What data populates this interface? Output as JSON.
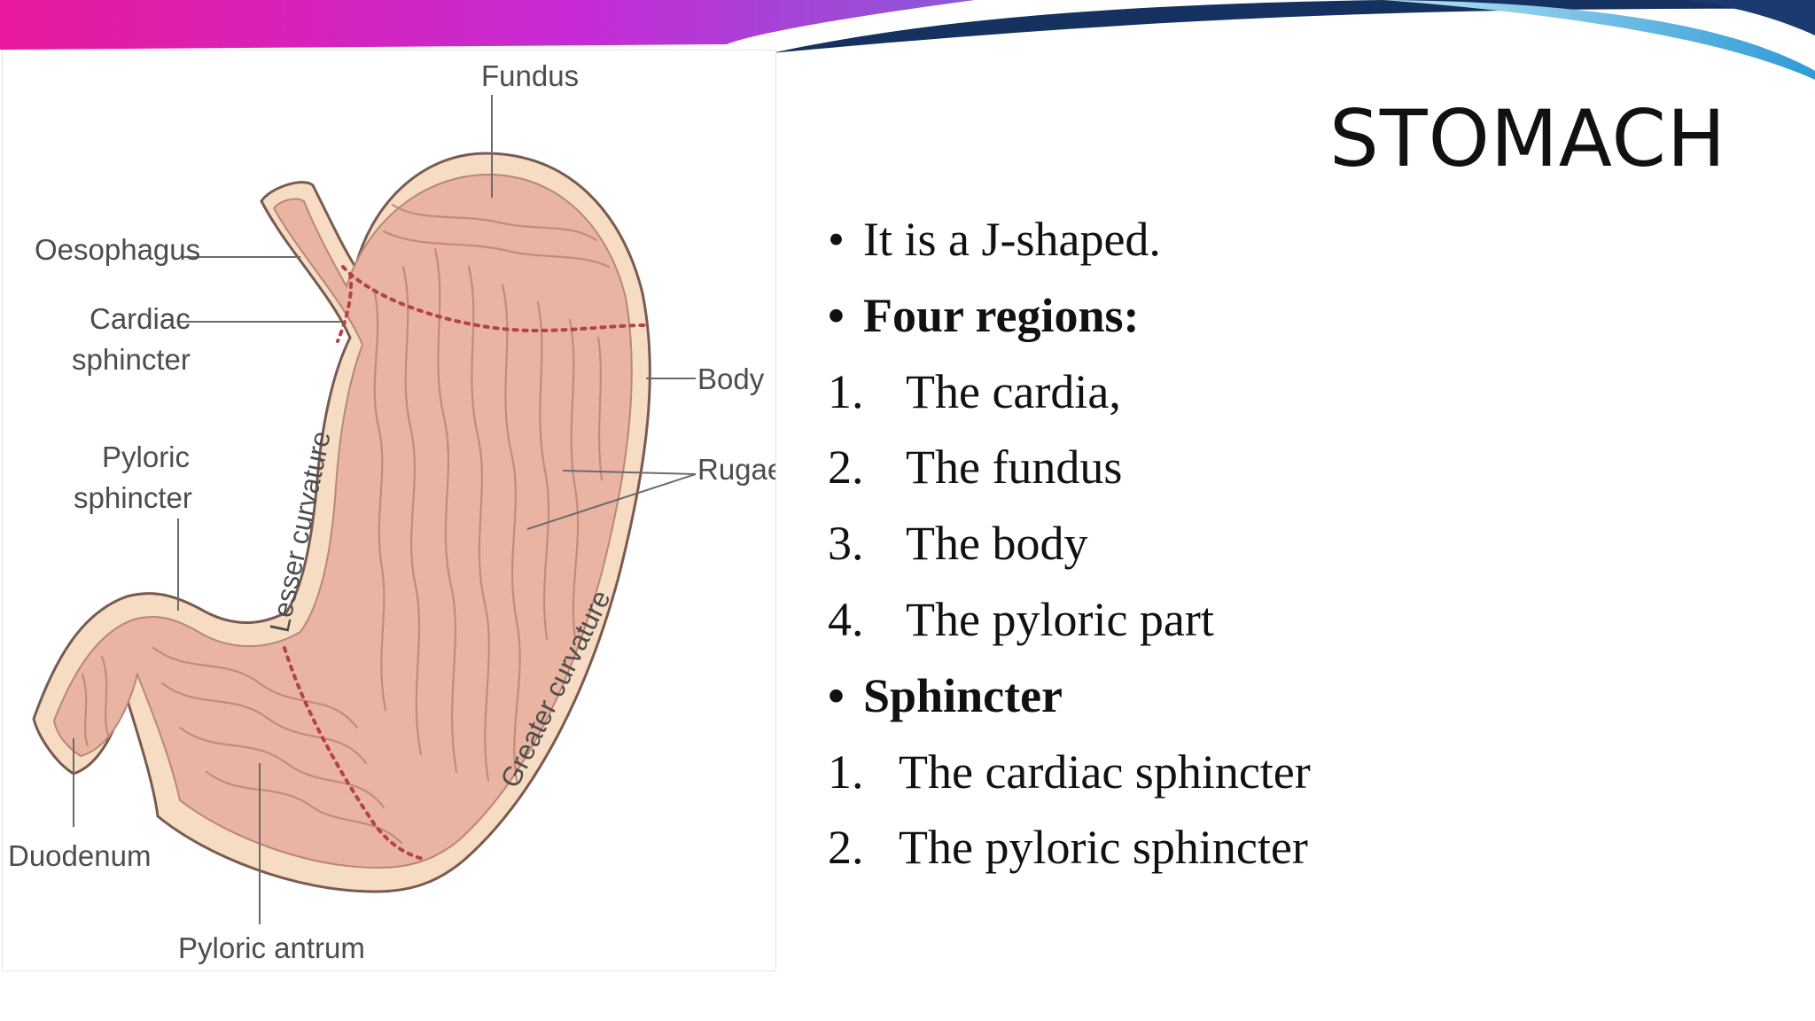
{
  "slide": {
    "title": "STOMACH",
    "bullets": [
      {
        "marker": "•",
        "text": "It is a J-shaped.",
        "bold": false
      },
      {
        "marker": "•",
        "text": "Four regions:",
        "bold": true
      },
      {
        "marker": "1.",
        "text": "The cardia,",
        "bold": false
      },
      {
        "marker": "2.",
        "text": "The fundus",
        "bold": false
      },
      {
        "marker": "3.",
        "text": "The body",
        "bold": false
      },
      {
        "marker": "4.",
        "text": "The pyloric part",
        "bold": false
      },
      {
        "marker": "•",
        "text": "Sphincter",
        "bold": true
      },
      {
        "marker": "1.",
        "text": "The cardiac sphincter",
        "bold": false
      },
      {
        "marker": "2.",
        "text": "The pyloric sphincter",
        "bold": false
      }
    ]
  },
  "diagram": {
    "labels": {
      "fundus": "Fundus",
      "oesophagus": "Oesophagus",
      "cardiac_1": "Cardiac",
      "cardiac_2": "sphincter",
      "body": "Body",
      "rugae": "Rugae",
      "pyloric_1": "Pyloric",
      "pyloric_2": "sphincter",
      "duodenum": "Duodenum",
      "antrum": "Pyloric antrum",
      "lesser": "Lesser curvature",
      "greater": "Greater curvature"
    }
  },
  "colors": {
    "outer_wall": "#f6dcc2",
    "mucosa": "#e9b4a2",
    "fold": "#c68a7a",
    "divider": "#b3424a",
    "banner_magenta": "#e8199b",
    "banner_navy": "#15315f",
    "banner_cyan": "#3aa6d8"
  }
}
